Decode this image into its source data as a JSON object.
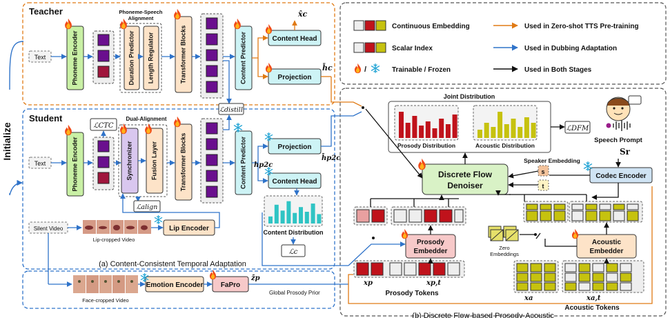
{
  "teacher": {
    "title": "Teacher",
    "text_input": "Text",
    "phoneme_encoder": "Phoneme Encoder",
    "alignment_label_1": "Phoneme-Speech",
    "alignment_label_2": "Alignment",
    "duration_predictor": "Duration Predictor",
    "length_regulator": "Length Regulator",
    "transformer_blocks": "Transformer Blocks",
    "content_predictor": "Content Predictor",
    "content_head": "Content Head",
    "projection": "Projection",
    "x_c": "x̂c",
    "h_c": "h̄c",
    "l_distill": "ℒdistill"
  },
  "student": {
    "title": "Student",
    "text_input": "Text",
    "phoneme_encoder": "Phoneme Encoder",
    "l_ctc": "ℒCTC",
    "dual_alignment": "Dual-Alignment",
    "synchronizer": "Synchronizer",
    "fusion_layer": "Fusion Layer",
    "l_align": "ℒalign",
    "transformer_blocks": "Transformer Blocks",
    "content_predictor": "Content Predictor",
    "projection": "Projection",
    "content_head": "Content Head",
    "h_p2c": "hp2c",
    "h_bar_p2c": "h̄p2c",
    "content_distribution": "Content Distribution",
    "l_c": "ℒc",
    "silent_video": "Silent Video",
    "lip_video": "Lip-cropped Video",
    "lip_encoder": "Lip Encoder",
    "caption": "(a) Content-Consistent Temporal Adaptation"
  },
  "initialize": "Initialize",
  "emotion": {
    "face_video": "Face-cropped Video",
    "emotion_encoder": "Emotion Encoder",
    "fapro": "FaPro",
    "z_p": "z̄p",
    "global_prior": "Global Prosody Prior"
  },
  "legend": {
    "continuous": "Continuous Embedding",
    "scalar": "Scalar Index",
    "trainable": "Trainable / Frozen",
    "zero_shot": "Used in Zero-shot TTS Pre-training",
    "dubbing": "Used in Dubbing Adaptation",
    "both": "Used in Both Stages"
  },
  "right": {
    "joint_distribution": "Joint Distribution",
    "prosody_distribution": "Prosody Distribution",
    "acoustic_distribution": "Acoustic Distribution",
    "l_dfm": "ℒDFM",
    "speech_prompt": "Speech Prompt",
    "s_r": "Sr",
    "speaker_embedding": "Speaker Embedding",
    "s": "s",
    "t": "t",
    "codec_encoder": "Codec Encoder",
    "denoiser_1": "Discrete Flow",
    "denoiser_2": "Denoiser",
    "prosody_embedder_1": "Prosody",
    "prosody_embedder_2": "Embedder",
    "acoustic_embedder_1": "Acoustic",
    "acoustic_embedder_2": "Embedder",
    "zero_emb_1": "Zero",
    "zero_emb_2": "Embeddings",
    "x_p": "xp",
    "x_pt": "xp,t",
    "prosody_tokens": "Prosody Tokens",
    "x_a": "xa",
    "x_at": "xa,t",
    "acoustic_tokens": "Acoustic Tokens",
    "caption": "(b) Discrete Flow-based Prosody-Acoustic"
  },
  "colors": {
    "green": "#c9f0a5",
    "peach": "#fde3c8",
    "cyan": "#cdf3f5",
    "pink": "#f7c9c9",
    "purple": "#6a0f8e",
    "red": "#c0121b",
    "olive": "#c6c20f",
    "orange_line": "#e07a14",
    "blue_line": "#2f73c9"
  },
  "charts": {
    "prosody_bars": [
      0.95,
      0.55,
      0.8,
      0.45,
      0.6,
      0.35,
      0.7,
      0.5,
      0.85
    ],
    "acoustic_bars": [
      0.3,
      0.55,
      0.4,
      0.95,
      0.5,
      0.7,
      0.4,
      0.75,
      0.55
    ],
    "content_bars": [
      0.3,
      0.8,
      0.55,
      0.95,
      0.45,
      0.7,
      0.5,
      0.85,
      0.4
    ]
  }
}
